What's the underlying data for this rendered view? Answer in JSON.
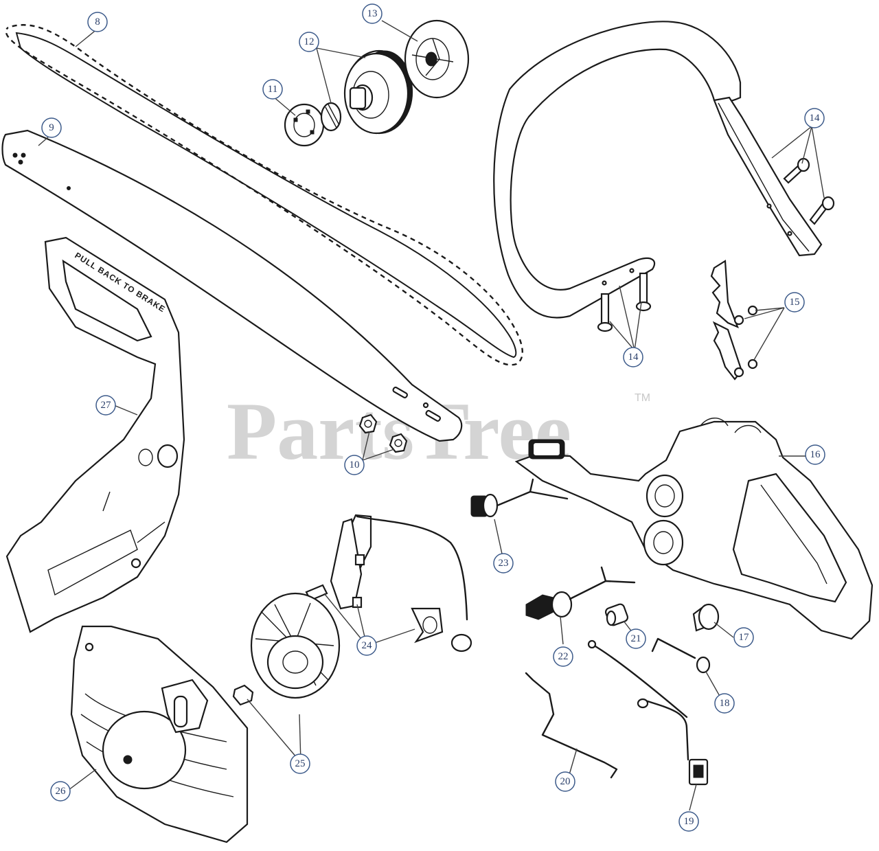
{
  "watermark": {
    "text": "PartsTree",
    "mark": "TM"
  },
  "guard_lettering": "PULL BACK TO BRAKE",
  "callouts": [
    {
      "id": "callout-8",
      "label": "8"
    },
    {
      "id": "callout-9",
      "label": "9"
    },
    {
      "id": "callout-10",
      "label": "10"
    },
    {
      "id": "callout-11",
      "label": "11"
    },
    {
      "id": "callout-12",
      "label": "12"
    },
    {
      "id": "callout-13",
      "label": "13"
    },
    {
      "id": "callout-14-top",
      "label": "14"
    },
    {
      "id": "callout-14-bottom",
      "label": "14"
    },
    {
      "id": "callout-15",
      "label": "15"
    },
    {
      "id": "callout-16",
      "label": "16"
    },
    {
      "id": "callout-17",
      "label": "17"
    },
    {
      "id": "callout-18",
      "label": "18"
    },
    {
      "id": "callout-19",
      "label": "19"
    },
    {
      "id": "callout-20",
      "label": "20"
    },
    {
      "id": "callout-21",
      "label": "21"
    },
    {
      "id": "callout-22",
      "label": "22"
    },
    {
      "id": "callout-23",
      "label": "23"
    },
    {
      "id": "callout-24",
      "label": "24"
    },
    {
      "id": "callout-25",
      "label": "25"
    },
    {
      "id": "callout-26",
      "label": "26"
    },
    {
      "id": "callout-27",
      "label": "27"
    }
  ]
}
